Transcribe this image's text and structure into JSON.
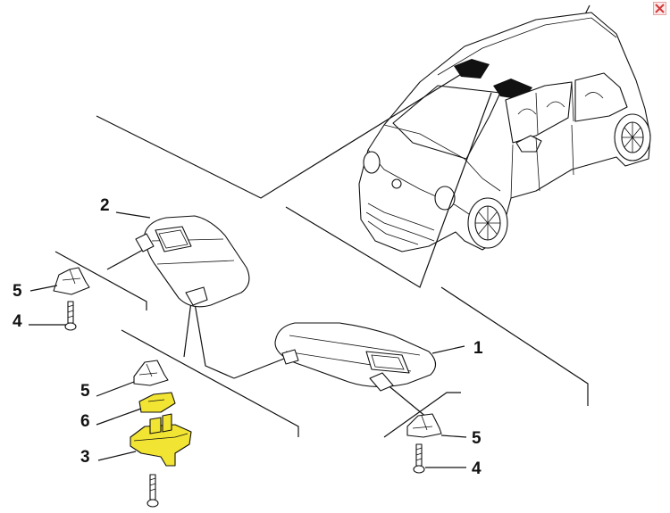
{
  "window": {
    "close_icon": "close-icon",
    "close_color": "#d33a3a"
  },
  "callouts": [
    {
      "id": "callout-1",
      "label": "1"
    },
    {
      "id": "callout-2",
      "label": "2"
    },
    {
      "id": "callout-3",
      "label": "3"
    },
    {
      "id": "callout-4-left",
      "label": "4"
    },
    {
      "id": "callout-4-right",
      "label": "4"
    },
    {
      "id": "callout-5-left-upper",
      "label": "5"
    },
    {
      "id": "callout-5-left-lower",
      "label": "5"
    },
    {
      "id": "callout-5-right",
      "label": "5"
    },
    {
      "id": "callout-6",
      "label": "6"
    }
  ],
  "colors": {
    "highlight": "#f2e432",
    "line": "#111111",
    "background": "#ffffff"
  }
}
